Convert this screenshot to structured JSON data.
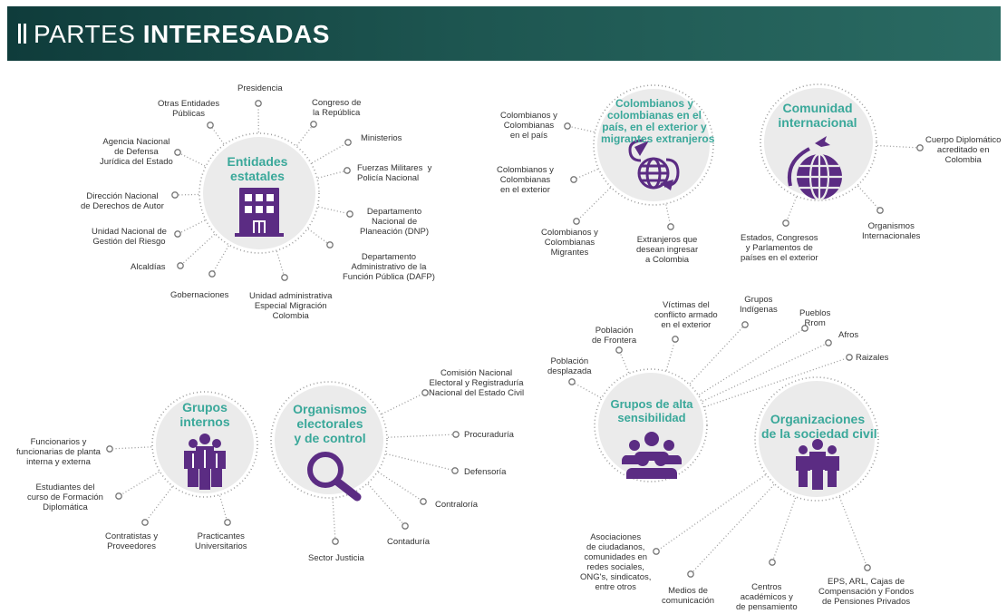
{
  "header": {
    "title_light": "PARTES ",
    "title_bold": "INTERESADAS"
  },
  "groups": {
    "entidades": {
      "title": [
        "Entidades",
        "estatales"
      ],
      "items": [
        "Presidencia",
        "Congreso de\nla República",
        "Ministerios",
        "Fuerzas Militares  y\nPolicía Nacional",
        "Departamento\nNacional de\nPlaneación (DNP)",
        "Departamento\nAdministrativo de la\nFunción Pública (DAFP)",
        "Unidad administrativa\nEspecial Migración\nColombia",
        "Gobernaciones",
        "Alcaldías",
        "Unidad Nacional de\nGestión del Riesgo",
        "Dirección Nacional\nde Derechos de Autor",
        "Agencia Nacional\nde Defensa\nJurídica del Estado",
        "Otras Entidades\nPúblicas"
      ]
    },
    "colombianos": {
      "title": [
        "Colombianos y",
        "colombianas en el",
        "país, en el exterior y",
        "migrantes extranjeros"
      ],
      "items": [
        "Colombianos y\nColombianas\nen el país",
        "Colombianos y\nColombianas\nen el exterior",
        "Colombianos y\nColombianas\nMigrantes",
        "Extranjeros que\ndesean ingresar\na Colombia"
      ]
    },
    "comunidad": {
      "title": [
        "Comunidad",
        "internacional"
      ],
      "items": [
        "Cuerpo Diplomático\nacreditado en\nColombia",
        "Estados, Congresos\ny Parlamentos de\npaíses en el exterior",
        "Organismos\nInternacionales"
      ]
    },
    "internos": {
      "title": [
        "Grupos",
        "internos"
      ],
      "items": [
        "Funcionarios y\nfuncionarias de planta\ninterna y externa",
        "Estudiantes del\ncurso de Formación\nDiplomática",
        "Contratistas y\nProveedores",
        "Practicantes\nUniversitarios"
      ]
    },
    "organismos": {
      "title": [
        "Organismos",
        "electorales",
        "y de control"
      ],
      "items": [
        "Comisión Nacional\nElectoral y Registraduría\nNacional del Estado Civil",
        "Procuraduría",
        "Defensoría",
        "Contraloría",
        "Contaduría",
        "Sector Justicia"
      ]
    },
    "alta": {
      "title": [
        "Grupos de alta",
        "sensibilidad"
      ],
      "items": [
        "Población\ndesplazada",
        "Población\nde Frontera",
        "Víctimas del\nconflicto armado\nen el exterior",
        "Grupos\nIndígenas",
        "Pueblos\nRrom",
        "Afros",
        "Raizales"
      ]
    },
    "sociedad": {
      "title": [
        "Organizaciones",
        "de la sociedad civil"
      ],
      "items": [
        "Asociaciones\nde ciudadanos,\ncomunidades en\nredes sociales,\nONG's, sindicatos,\nentre otros",
        "Medios de\ncomunicación",
        "Centros\nacadémicos y\nde pensamiento",
        "EPS, ARL, Cajas de\nCompensación y Fondos\nde Pensiones Privados"
      ]
    }
  },
  "colors": {
    "teal": "#3aa89a",
    "purple": "#5b2c83",
    "circle": "#ebebeb",
    "header": "#1d5550"
  },
  "icons": [
    "building-icon",
    "globe-transfer-icon",
    "globe-airplane-icon",
    "people-group-icon",
    "magnifier-icon",
    "crowd-icon",
    "team-icon"
  ]
}
